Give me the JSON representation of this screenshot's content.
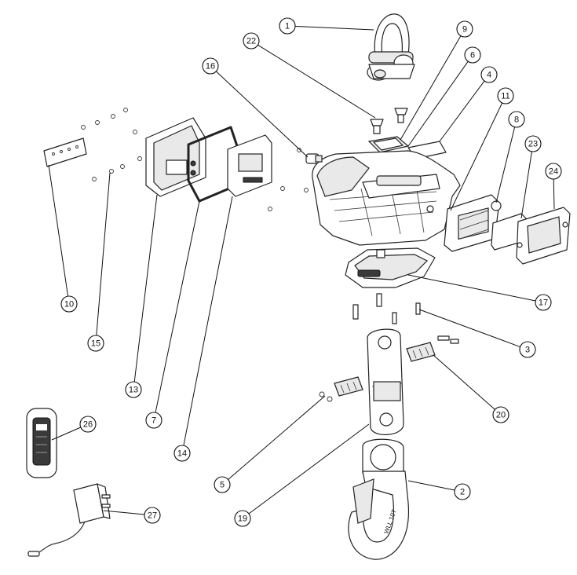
{
  "diagram": {
    "callouts": [
      {
        "id": "c1",
        "label": "1"
      },
      {
        "id": "c2",
        "label": "2"
      },
      {
        "id": "c3",
        "label": "3"
      },
      {
        "id": "c4",
        "label": "4"
      },
      {
        "id": "c5",
        "label": "5"
      },
      {
        "id": "c6",
        "label": "6"
      },
      {
        "id": "c7",
        "label": "7"
      },
      {
        "id": "c8",
        "label": "8"
      },
      {
        "id": "c9",
        "label": "9"
      },
      {
        "id": "c10",
        "label": "10"
      },
      {
        "id": "c11",
        "label": "11"
      },
      {
        "id": "c13",
        "label": "13"
      },
      {
        "id": "c14",
        "label": "14"
      },
      {
        "id": "c15",
        "label": "15"
      },
      {
        "id": "c16",
        "label": "16"
      },
      {
        "id": "c17",
        "label": "17"
      },
      {
        "id": "c19",
        "label": "19"
      },
      {
        "id": "c20",
        "label": "20"
      },
      {
        "id": "c22",
        "label": "22"
      },
      {
        "id": "c23",
        "label": "23"
      },
      {
        "id": "c24",
        "label": "24"
      },
      {
        "id": "c26",
        "label": "26"
      },
      {
        "id": "c27",
        "label": "27"
      }
    ],
    "hook_marking": "WLL 10T"
  }
}
